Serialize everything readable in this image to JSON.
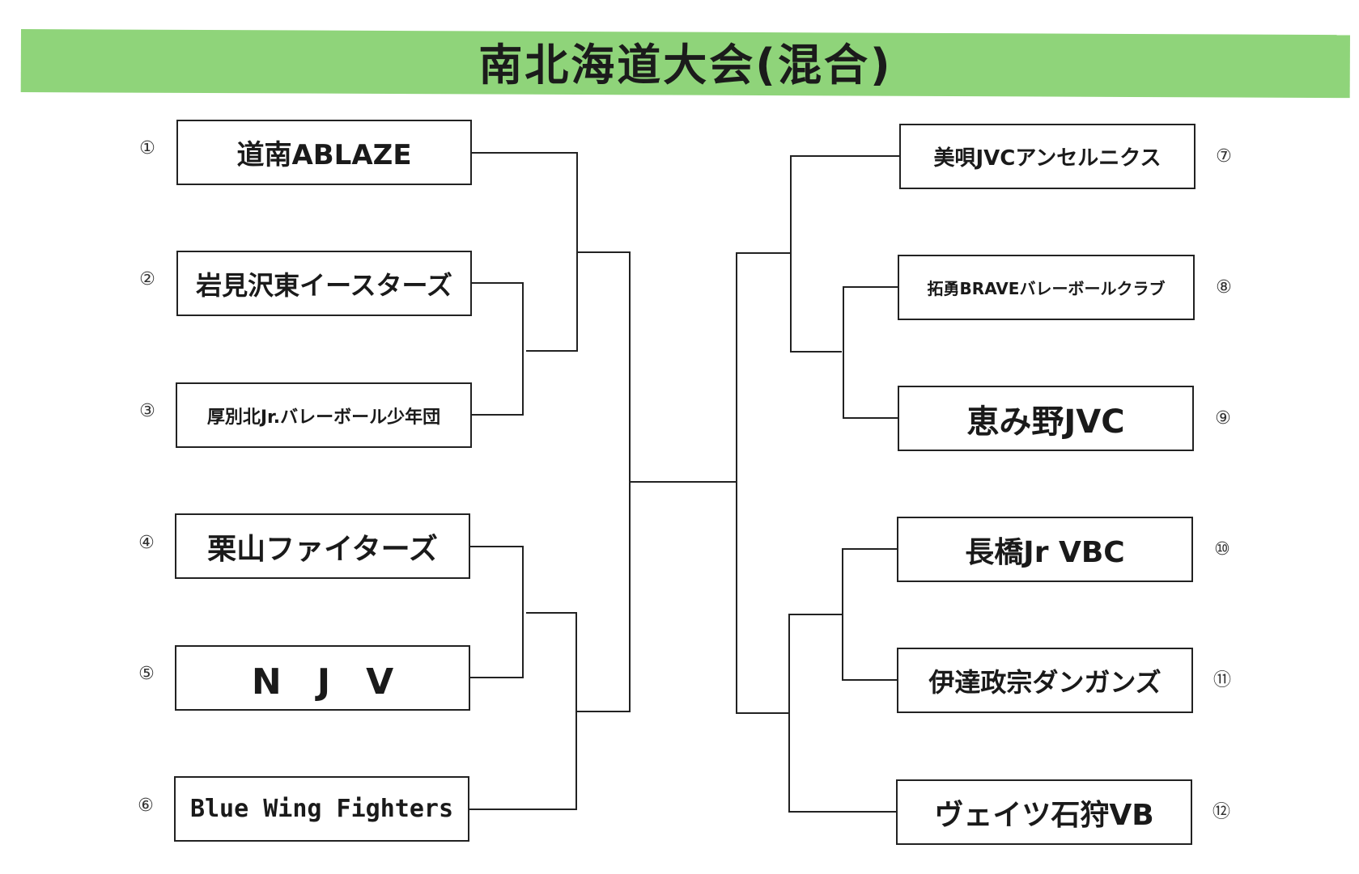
{
  "title": "南北海道大会(混合)",
  "colors": {
    "title_band": "#8fd47a",
    "line": "#222222"
  },
  "left_teams": [
    {
      "seed": "①",
      "name": "道南ABLAZE"
    },
    {
      "seed": "②",
      "name": "岩見沢東イースターズ"
    },
    {
      "seed": "③",
      "name": "厚別北Jr.バレーボール少年団"
    },
    {
      "seed": "④",
      "name": "栗山ファイターズ"
    },
    {
      "seed": "⑤",
      "name": "N　J　V"
    },
    {
      "seed": "⑥",
      "name": "Blue Wing Fighters"
    }
  ],
  "right_teams": [
    {
      "seed": "⑦",
      "name": "美唄JVCアンセルニクス"
    },
    {
      "seed": "⑧",
      "name": "拓勇BRAVEバレーボールクラブ"
    },
    {
      "seed": "⑨",
      "name": "恵み野JVC"
    },
    {
      "seed": "⑩",
      "name": "長橋Jr VBC"
    },
    {
      "seed": "⑪",
      "name": "伊達政宗ダンガンズ"
    },
    {
      "seed": "⑫",
      "name": "ヴェイツ石狩VB"
    }
  ]
}
